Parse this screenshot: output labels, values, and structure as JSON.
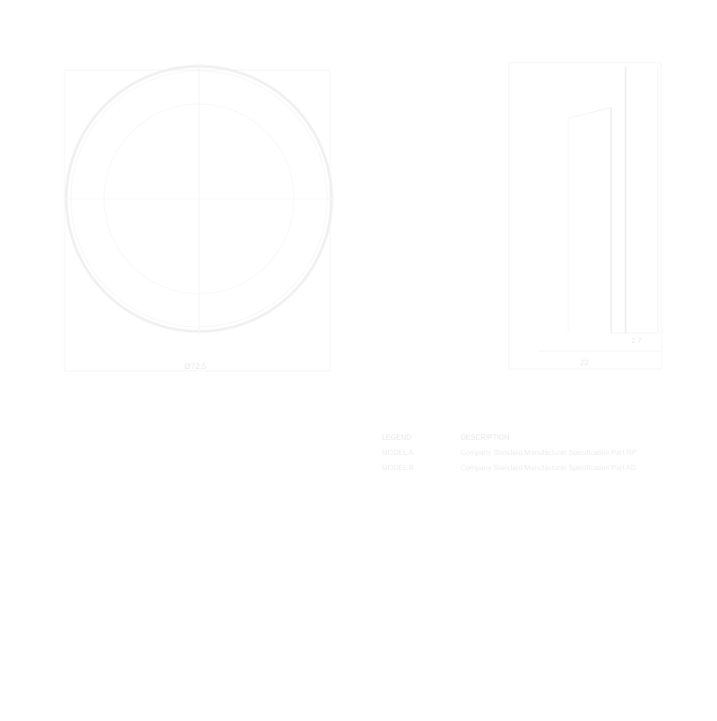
{
  "colors": {
    "background": "#ffffff",
    "stroke": "#f0f0f0",
    "stroke_light": "#f6f6f6",
    "text": "#ececec"
  },
  "left_view": {
    "label": "Ø72.5"
  },
  "right_view": {
    "label": "22",
    "small_label": "2.7"
  },
  "legend": {
    "headers": {
      "col1": "LEGEND",
      "col2": "DESCRIPTION"
    },
    "rows": [
      {
        "code": "MODEL A",
        "description": "Company Standard Manufacturer Specification Part RP"
      },
      {
        "code": "MODEL B",
        "description": "Company Standard Manufacturer Specification Part AD"
      }
    ]
  }
}
